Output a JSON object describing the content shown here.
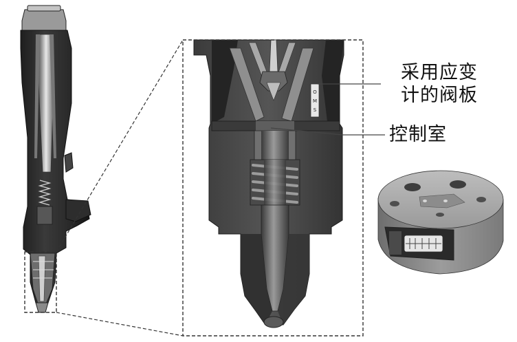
{
  "labels": {
    "valve_plate_line1": "采用应变",
    "valve_plate_line2": "计的阀板",
    "control_chamber": "控制室"
  },
  "marks": {
    "valve_plate_chars": [
      "O",
      "M",
      "S"
    ]
  },
  "colors": {
    "background": "#ffffff",
    "body_dark": "#2f2f2f",
    "body_mid": "#6a6a6a",
    "body_light": "#a8a8a8",
    "highlight": "#d9d9d9",
    "leader_line": "#444444",
    "dashed_box": "#333333"
  }
}
